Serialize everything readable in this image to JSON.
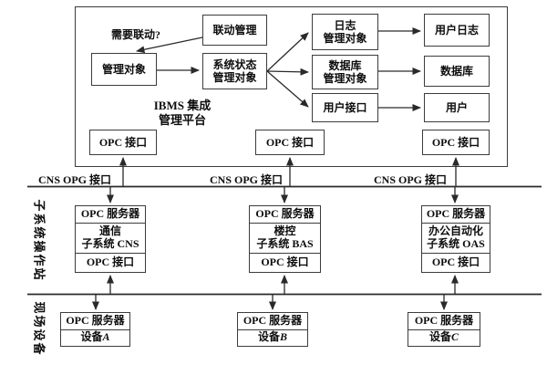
{
  "platform": {
    "need_linkage_label": "需要联动?",
    "linkage_mgmt": "联动管理",
    "mgmt_object": "管理对象",
    "sys_status_line1": "系统状态",
    "sys_status_line2": "管理对象",
    "log_line1": "日志",
    "log_line2": "管理对象",
    "user_log": "用户日志",
    "db_mgr_line1": "数据库",
    "db_mgr_line2": "管理对象",
    "database": "数据库",
    "user_interface": "用户接口",
    "user": "用户",
    "title_line1": "IBMS 集成",
    "title_line2": "管理平台",
    "opc_if_left": "OPC 接口",
    "opc_if_mid": "OPC 接口",
    "opc_if_right": "OPC 接口"
  },
  "bus1": {
    "label_left": "CNS OPG 接口",
    "label_mid": "CNS OPG 接口",
    "label_right": "CNS OPG 接口"
  },
  "sections": {
    "subsystem_station_label": "子系统操作站",
    "field_device_label": "现场设备"
  },
  "subsystems": [
    {
      "server": "OPC 服务器",
      "name_line1": "通信",
      "name_line2": "子系统 CNS",
      "interface": "OPC 接口"
    },
    {
      "server": "OPC 服务器",
      "name_line1": "楼控",
      "name_line2": "子系统 BAS",
      "interface": "OPC 接口"
    },
    {
      "server": "OPC 服务器",
      "name_line1": "办公自动化",
      "name_line2": "子系统 OAS",
      "interface": "OPC 接口"
    }
  ],
  "devices": [
    {
      "server": "OPC 服务器",
      "name_prefix": "设备 ",
      "name_id": "A"
    },
    {
      "server": "OPC 服务器",
      "name_prefix": "设备 ",
      "name_id": "B"
    },
    {
      "server": "OPC 服务器",
      "name_prefix": "设备 ",
      "name_id": "C"
    }
  ],
  "colors": {
    "line": "#2a2a2a",
    "border": "#3c3c3c",
    "text": "#0d0d0d",
    "background": "#ffffff"
  }
}
